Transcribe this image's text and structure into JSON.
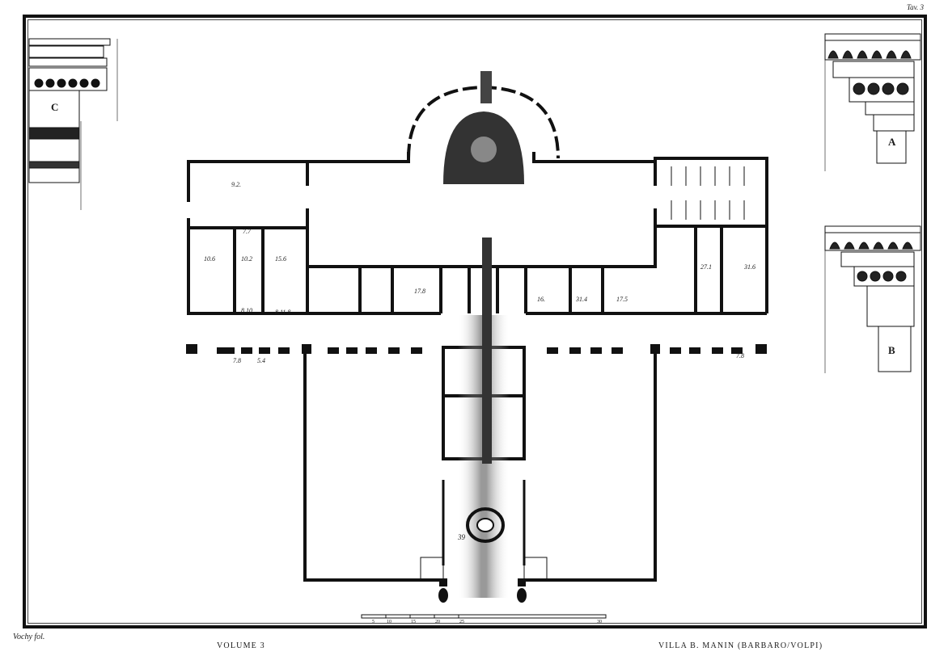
{
  "header": {
    "plate_number": "Tav. 3"
  },
  "footer": {
    "signature": "Vochy fol.",
    "volume": "VOLUME 3",
    "title": "VILLA B. MANIN (BARBARO/VOLPI)"
  },
  "details": {
    "c_label": "C",
    "a_label": "A",
    "b_label": "B"
  },
  "plan_labels": {
    "hall": "9.2.",
    "room_a": "10.6",
    "room_b": "10.2",
    "room_c": "15.6",
    "room_d": "7.7",
    "room_e": "8.10",
    "room_f": "8.11.8",
    "room_g": "31.6",
    "room_h": "27.1",
    "room_i": "17.5",
    "room_j": "16.",
    "room_k": "31.4",
    "room_l": "17.8",
    "court": "39",
    "colon_a": "7.8",
    "colon_b": "5.4",
    "colon_c": "7.8"
  },
  "scale_bar": {
    "ticks": [
      "5",
      "10",
      "15",
      "20",
      "25",
      "30"
    ]
  }
}
